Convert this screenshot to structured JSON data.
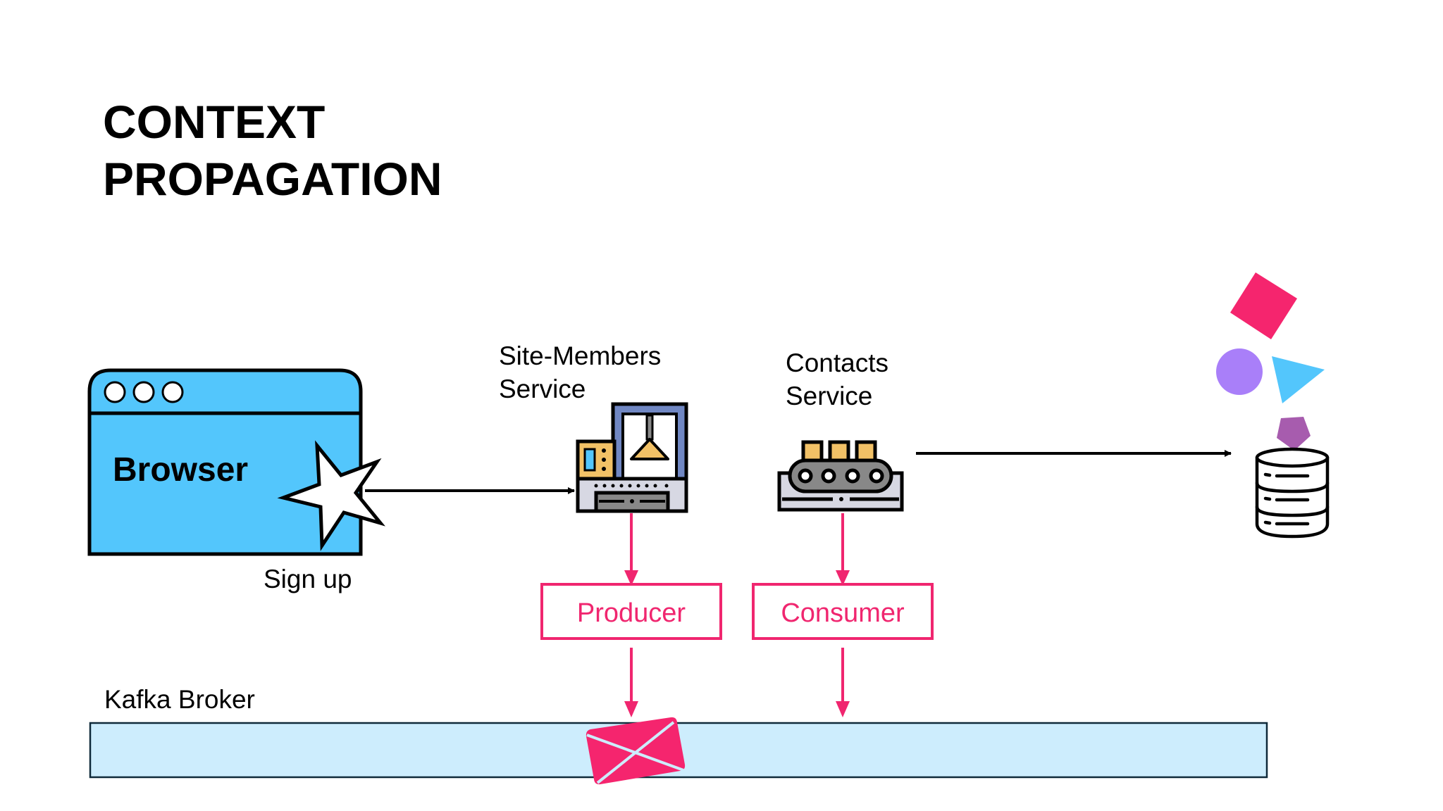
{
  "slide": {
    "title_lines": [
      "CONTEXT",
      "PROPAGATION"
    ]
  },
  "browser": {
    "label": "Browser",
    "action_label": "Sign up",
    "icon": "browser-window-icon",
    "event_icon": "star-icon",
    "fill_color": "#53C6FC"
  },
  "services": [
    {
      "name_lines": [
        "Site-Members",
        "Service"
      ],
      "icon": "factory-machine-icon"
    },
    {
      "name_lines": [
        "Contacts",
        "Service"
      ],
      "icon": "conveyor-belt-icon"
    }
  ],
  "clients": {
    "producer": "Producer",
    "consumer": "Consumer",
    "color": "#F0266F"
  },
  "broker": {
    "label": "Kafka Broker",
    "fill_color": "#CDEDFD",
    "message_icon": "envelope-icon"
  },
  "datastore": {
    "icon": "database-icon",
    "shape_icons": [
      "square-shape-icon",
      "circle-shape-icon",
      "triangle-shape-icon",
      "pentagon-shape-icon"
    ],
    "shape_colors": [
      "#F5256E",
      "#A97FF9",
      "#53C6FC",
      "#A75CAE"
    ]
  }
}
